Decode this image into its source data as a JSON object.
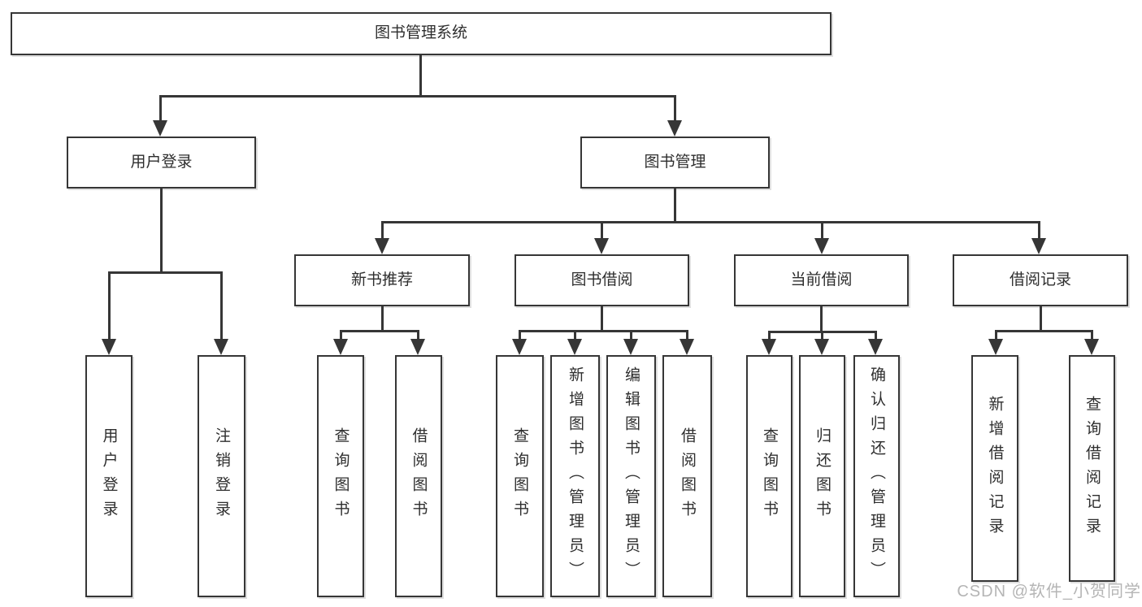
{
  "diagram": {
    "root": {
      "label": "图书管理系统"
    },
    "branches": {
      "user_login": {
        "label": "用户登录",
        "children": [
          {
            "label": "用户登录"
          },
          {
            "label": "注销登录"
          }
        ]
      },
      "book_management": {
        "label": "图书管理",
        "children": {
          "new_book_recommendation": {
            "label": "新书推荐",
            "children": [
              {
                "label": "查询图书"
              },
              {
                "label": "借阅图书"
              }
            ]
          },
          "book_borrowing": {
            "label": "图书借阅",
            "children": [
              {
                "label": "查询图书"
              },
              {
                "label": "新增图书（管理员）"
              },
              {
                "label": "编辑图书（管理员）"
              },
              {
                "label": "借阅图书"
              }
            ]
          },
          "current_borrowing": {
            "label": "当前借阅",
            "children": [
              {
                "label": "查询图书"
              },
              {
                "label": "归还图书"
              },
              {
                "label": "确认归还（管理员）"
              }
            ]
          },
          "borrowing_records": {
            "label": "借阅记录",
            "children": [
              {
                "label": "新增借阅记录"
              },
              {
                "label": "查询借阅记录"
              }
            ]
          }
        }
      }
    },
    "watermark": {
      "text": "CSDN @软件_小贺同学"
    },
    "colors": {
      "line": "#363636",
      "text": "#2e2e2e",
      "watermark": "#b5b5b5",
      "background": "#ffffff"
    }
  }
}
